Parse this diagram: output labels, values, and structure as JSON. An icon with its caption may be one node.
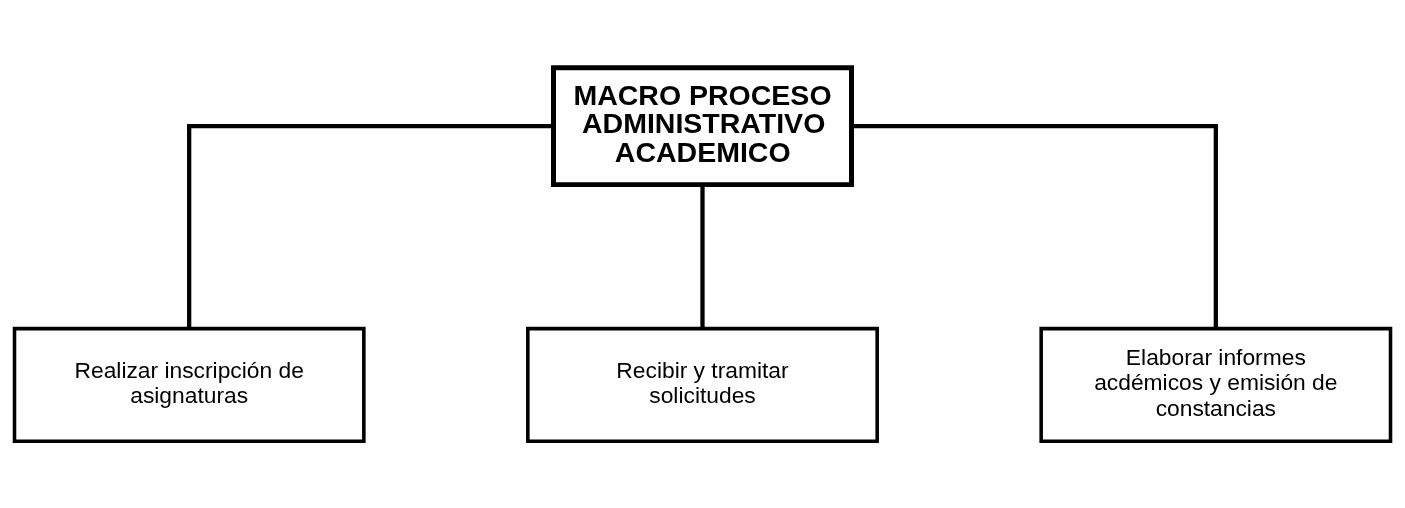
{
  "diagram": {
    "nodes": [
      {
        "text": [
          "MACRO PROCESO ADMINISTRATIVO ACADEMICO"
        ]
      },
      {
        "text": [
          "Realizar inscripción de asignaturas"
        ]
      },
      {
        "text": [
          "Recibir y tramitar solicitudes"
        ]
      },
      {
        "text": [
          "Elaborar informes acdémicos y emisión de constancias"
        ]
      }
    ],
    "edges": [
      {
        "from": 0,
        "to": 1,
        "arrow": "none"
      },
      {
        "from": 0,
        "to": 2,
        "arrow": "none"
      },
      {
        "from": 0,
        "to": 3,
        "arrow": "none"
      }
    ]
  }
}
